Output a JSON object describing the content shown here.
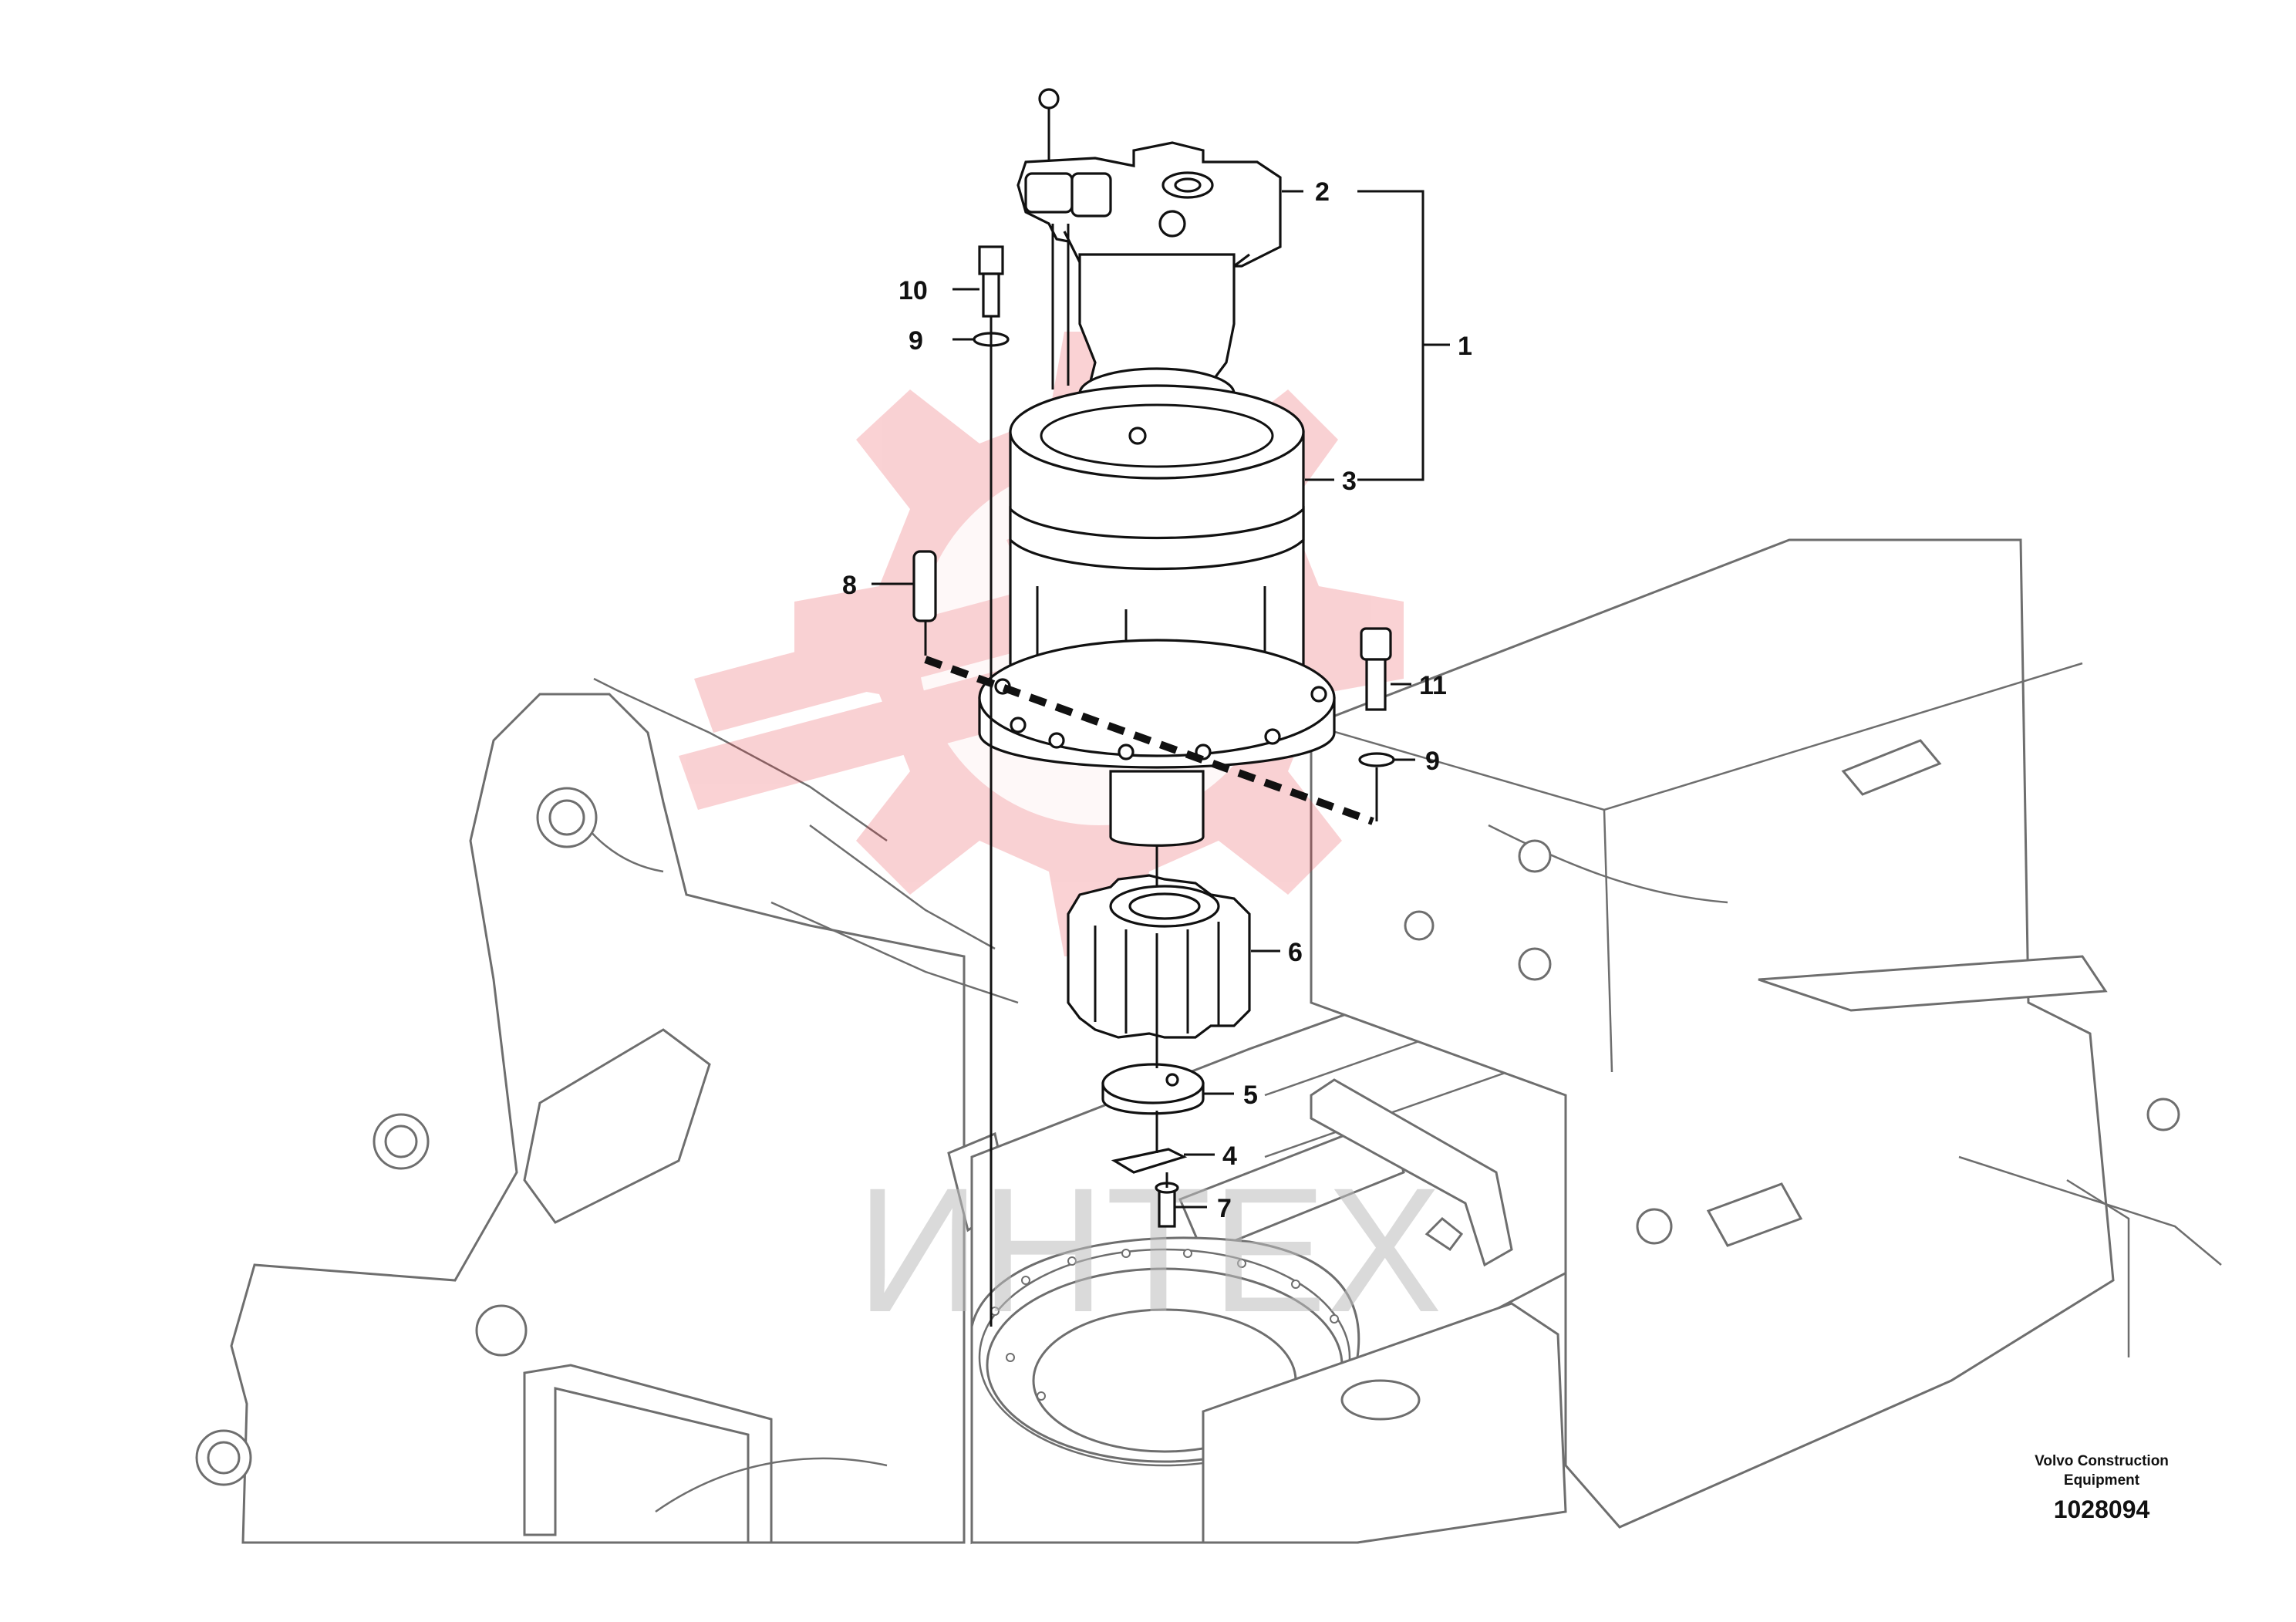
{
  "diagram": {
    "callouts": [
      {
        "id": "c1",
        "label": "1"
      },
      {
        "id": "c2",
        "label": "2"
      },
      {
        "id": "c3",
        "label": "3"
      },
      {
        "id": "c4",
        "label": "4"
      },
      {
        "id": "c5",
        "label": "5"
      },
      {
        "id": "c6",
        "label": "6"
      },
      {
        "id": "c7",
        "label": "7"
      },
      {
        "id": "c8",
        "label": "8"
      },
      {
        "id": "c9a",
        "label": "9"
      },
      {
        "id": "c9b",
        "label": "9"
      },
      {
        "id": "c10",
        "label": "10"
      },
      {
        "id": "c11",
        "label": "11"
      }
    ],
    "credit": {
      "line1": "Volvo Construction",
      "line2": "Equipment",
      "ref": "1028094"
    },
    "watermark": {
      "text": "ИНТЕХ",
      "color": "#e8323c"
    }
  }
}
